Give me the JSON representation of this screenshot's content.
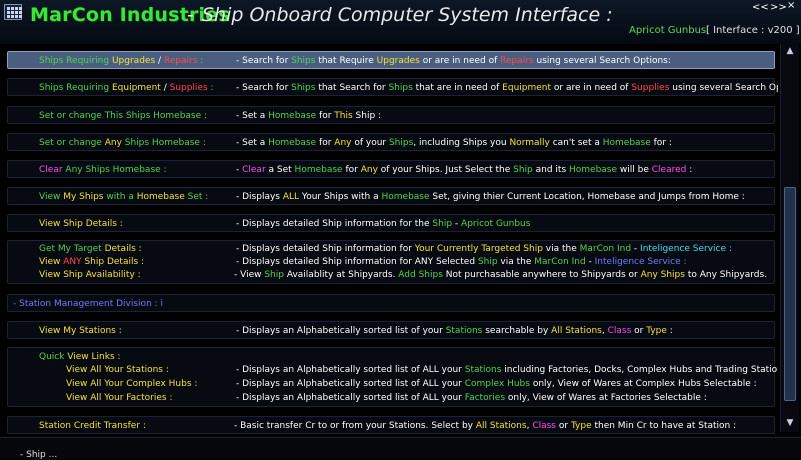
{
  "window": {
    "brand": "MarCon Industries",
    "dash": "-",
    "title": "Ship Onboard Computer System Interface :",
    "ship_name": "Apricot Gunbus",
    "interface_version": "[ Interface : v200 ]",
    "btn_prev": "<<",
    "btn_next": ">>",
    "btn_min": "_",
    "btn_close": "×"
  },
  "rows": {
    "upgrades": {
      "label": [
        {
          "t": "Ships Requiring ",
          "c": "g"
        },
        {
          "t": "Upgrades",
          "c": "y"
        },
        {
          "t": " / ",
          "c": "w"
        },
        {
          "t": "Repairs",
          "c": "r"
        },
        {
          "t": " :",
          "c": "g"
        }
      ],
      "desc": [
        {
          "t": "- Search for ",
          "c": "w"
        },
        {
          "t": "Ships",
          "c": "g"
        },
        {
          "t": " that Require ",
          "c": "w"
        },
        {
          "t": "Upgrades",
          "c": "y"
        },
        {
          "t": " or are in need of ",
          "c": "w"
        },
        {
          "t": "Repairs",
          "c": "r"
        },
        {
          "t": " using several Search Options:",
          "c": "w"
        }
      ]
    },
    "equipment": {
      "label": [
        {
          "t": "Ships Requiring ",
          "c": "g"
        },
        {
          "t": "Equipment",
          "c": "y"
        },
        {
          "t": " / ",
          "c": "w"
        },
        {
          "t": "Supplies",
          "c": "r"
        },
        {
          "t": " :",
          "c": "g"
        }
      ],
      "desc": [
        {
          "t": "- Search for ",
          "c": "w"
        },
        {
          "t": "Ships",
          "c": "g"
        },
        {
          "t": " that Search for ",
          "c": "w"
        },
        {
          "t": "Ships",
          "c": "g"
        },
        {
          "t": " that are in need of ",
          "c": "w"
        },
        {
          "t": "Equipment",
          "c": "y"
        },
        {
          "t": " or are in need of ",
          "c": "w"
        },
        {
          "t": "Supplies",
          "c": "r"
        },
        {
          "t": " using several Search Options:",
          "c": "w"
        }
      ]
    },
    "set_this_homebase": {
      "label": [
        {
          "t": "Set or change This Ships Homebase :",
          "c": "g"
        }
      ],
      "desc": [
        {
          "t": "-  Set a ",
          "c": "w"
        },
        {
          "t": "Homebase",
          "c": "g"
        },
        {
          "t": " for ",
          "c": "w"
        },
        {
          "t": "This",
          "c": "y"
        },
        {
          "t": " Ship :",
          "c": "w"
        }
      ]
    },
    "set_any_homebase": {
      "label": [
        {
          "t": "Set or change ",
          "c": "g"
        },
        {
          "t": "Any",
          "c": "y"
        },
        {
          "t": " Ships Homebase :",
          "c": "g"
        }
      ],
      "desc": [
        {
          "t": "-  Set a ",
          "c": "w"
        },
        {
          "t": "Homebase",
          "c": "g"
        },
        {
          "t": " for ",
          "c": "w"
        },
        {
          "t": "Any",
          "c": "y"
        },
        {
          "t": " of your ",
          "c": "w"
        },
        {
          "t": "Ships",
          "c": "g"
        },
        {
          "t": ", including Ships you ",
          "c": "w"
        },
        {
          "t": "Normally",
          "c": "y"
        },
        {
          "t": " can't set a ",
          "c": "w"
        },
        {
          "t": "Homebase",
          "c": "g"
        },
        {
          "t": " for :",
          "c": "w"
        }
      ]
    },
    "clear_homebase": {
      "label": [
        {
          "t": "Clear",
          "c": "m"
        },
        {
          "t": " Any Ships Homebase :",
          "c": "g"
        }
      ],
      "desc": [
        {
          "t": "-  ",
          "c": "w"
        },
        {
          "t": "Clear",
          "c": "m"
        },
        {
          "t": " a Set ",
          "c": "w"
        },
        {
          "t": "Homebase",
          "c": "g"
        },
        {
          "t": " for ",
          "c": "w"
        },
        {
          "t": "Any",
          "c": "y"
        },
        {
          "t": " of your Ships. Just Select the ",
          "c": "w"
        },
        {
          "t": "Ship",
          "c": "g"
        },
        {
          "t": " and its ",
          "c": "w"
        },
        {
          "t": "Homebase",
          "c": "g"
        },
        {
          "t": " will be ",
          "c": "w"
        },
        {
          "t": "Cleared",
          "c": "m"
        },
        {
          "t": " :",
          "c": "w"
        }
      ]
    },
    "view_my_ships": {
      "label": [
        {
          "t": "View ",
          "c": "g"
        },
        {
          "t": "My Ships",
          "c": "y"
        },
        {
          "t": " with a ",
          "c": "g"
        },
        {
          "t": "Homebase",
          "c": "y"
        },
        {
          "t": " Set :",
          "c": "g"
        }
      ],
      "desc": [
        {
          "t": "-  Displays ",
          "c": "w"
        },
        {
          "t": "ALL",
          "c": "y"
        },
        {
          "t": " Your Ships with a ",
          "c": "w"
        },
        {
          "t": "Homebase",
          "c": "g"
        },
        {
          "t": " Set, giving thier Current Location, Homebase and Jumps from Home :",
          "c": "w"
        }
      ]
    },
    "view_ship_details": {
      "label": [
        {
          "t": "View Ship Details :",
          "c": "y"
        }
      ],
      "desc": [
        {
          "t": "-  Displays detailed Ship information for the ",
          "c": "w"
        },
        {
          "t": "Ship",
          "c": "g"
        },
        {
          "t": "  -  ",
          "c": "w"
        },
        {
          "t": "Apricot Gunbus",
          "c": "g"
        }
      ]
    },
    "group": {
      "line1_label": [
        {
          "t": "Get My Target",
          "c": "g"
        },
        {
          "t": " Details :",
          "c": "y"
        }
      ],
      "line1_desc": [
        {
          "t": "-  Displays detailed Ship information for ",
          "c": "w"
        },
        {
          "t": "Your Currently Targeted Ship",
          "c": "y"
        },
        {
          "t": " via the ",
          "c": "w"
        },
        {
          "t": "MarCon Ind",
          "c": "g"
        },
        {
          "t": "  -  ",
          "c": "w"
        },
        {
          "t": "Inteligence Service :",
          "c": "c"
        }
      ],
      "line2_label": [
        {
          "t": "View ",
          "c": "y"
        },
        {
          "t": "ANY",
          "c": "r"
        },
        {
          "t": " Ship Details :",
          "c": "y"
        }
      ],
      "line2_desc": [
        {
          "t": "-  Displays detailed Ship information for ANY Selected ",
          "c": "w"
        },
        {
          "t": "Ship",
          "c": "g"
        },
        {
          "t": " via the ",
          "c": "w"
        },
        {
          "t": "MarCon Ind",
          "c": "g"
        },
        {
          "t": "  -  ",
          "c": "w"
        },
        {
          "t": "Inteligence Service :",
          "c": "b"
        }
      ],
      "line3_label": [
        {
          "t": "View Ship Availability :",
          "c": "y"
        }
      ],
      "line3_desc": [
        {
          "t": "- View ",
          "c": "w"
        },
        {
          "t": "Ship",
          "c": "g"
        },
        {
          "t": " Availablity at Shipyards. ",
          "c": "w"
        },
        {
          "t": "Add Ships",
          "c": "g"
        },
        {
          "t": " Not purchasable anywhere to Shipyards or ",
          "c": "w"
        },
        {
          "t": "Any Ships",
          "c": "y"
        },
        {
          "t": " to Any Shipyards.",
          "c": "w"
        }
      ]
    },
    "station_division": {
      "label": [
        {
          "t": "- Station Management Division :",
          "c": "b"
        },
        {
          "t": "              i",
          "c": "b"
        }
      ]
    },
    "view_my_stations": {
      "label": [
        {
          "t": "View My Stations :",
          "c": "y"
        }
      ],
      "desc": [
        {
          "t": "-  Displays an Alphabetically sorted list of your ",
          "c": "w"
        },
        {
          "t": "Stations",
          "c": "g"
        },
        {
          "t": " searchable by ",
          "c": "w"
        },
        {
          "t": "All Stations",
          "c": "y"
        },
        {
          "t": ", ",
          "c": "w"
        },
        {
          "t": "Class",
          "c": "m"
        },
        {
          "t": " or ",
          "c": "w"
        },
        {
          "t": "Type",
          "c": "y"
        },
        {
          "t": " :",
          "c": "w"
        }
      ]
    },
    "quick_links": {
      "title": [
        {
          "t": "Quick ",
          "c": "g"
        },
        {
          "t": "View Links :",
          "c": "y"
        }
      ],
      "l1_label": [
        {
          "t": "View All Your Stations :",
          "c": "y"
        }
      ],
      "l1_desc": [
        {
          "t": "-  Displays an Alphabetically sorted list of ALL your ",
          "c": "w"
        },
        {
          "t": "Stations",
          "c": "g"
        },
        {
          "t": " including Factories, Docks, Complex Hubs and Trading Stations :",
          "c": "w"
        }
      ],
      "l2_label": [
        {
          "t": "View All Your Complex Hubs :",
          "c": "y"
        }
      ],
      "l2_desc": [
        {
          "t": "-  Displays an Alphabetically sorted list of ALL your ",
          "c": "w"
        },
        {
          "t": "Complex Hubs",
          "c": "g"
        },
        {
          "t": " only, View of Wares at Complex Hubs Selectable :",
          "c": "w"
        }
      ],
      "l3_label": [
        {
          "t": "View All Your Factories :",
          "c": "y"
        }
      ],
      "l3_desc": [
        {
          "t": "-  Displays an Alphabetically sorted list of ALL your ",
          "c": "w"
        },
        {
          "t": "Factories",
          "c": "g"
        },
        {
          "t": " only, View of Wares at Factories Selectable :",
          "c": "w"
        }
      ]
    },
    "credit_transfer": {
      "label": [
        {
          "t": "Station Credit Transfer :",
          "c": "y"
        }
      ],
      "desc": [
        {
          "t": "- Basic transfer Cr to or from your Stations. Select by ",
          "c": "w"
        },
        {
          "t": "All Stations",
          "c": "y"
        },
        {
          "t": ", ",
          "c": "w"
        },
        {
          "t": "Class",
          "c": "m"
        },
        {
          "t": " or ",
          "c": "w"
        },
        {
          "t": "Type",
          "c": "y"
        },
        {
          "t": "  then Min Cr to have at Station :",
          "c": "w"
        }
      ]
    }
  },
  "scrollbar": {
    "up_arrow": "▲",
    "down_arrow": "▼"
  },
  "bottom": {
    "text": "-  Ship ..."
  }
}
